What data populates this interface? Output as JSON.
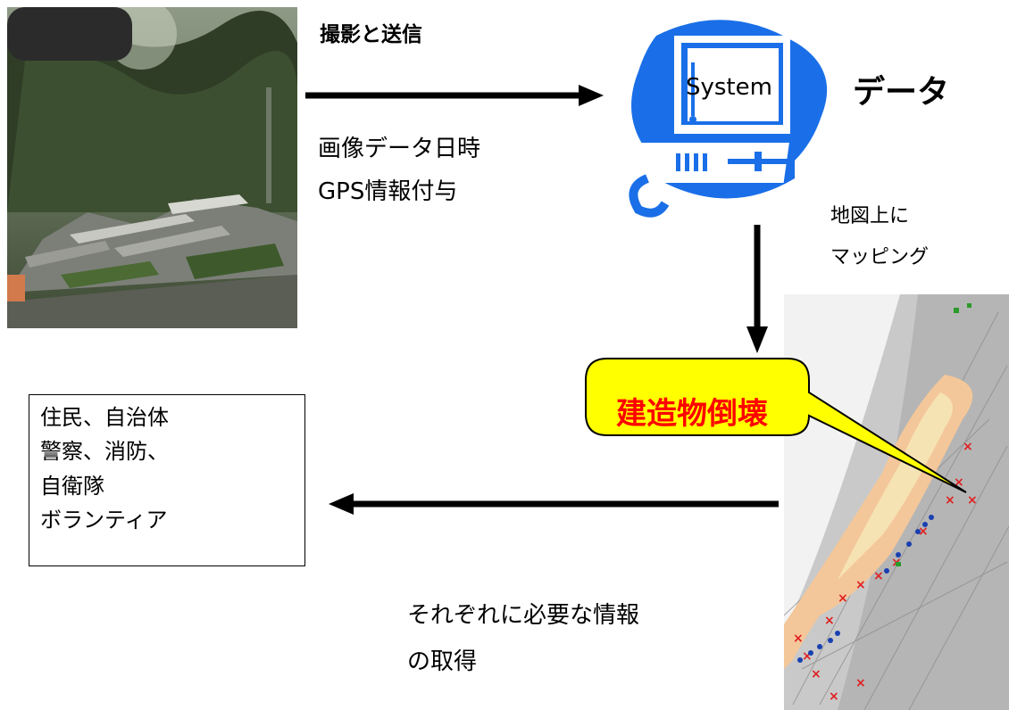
{
  "labels": {
    "capture_send": "撮影と送信",
    "image_meta_line1": "画像データ日時",
    "image_meta_line2": "GPS情報付与",
    "system": "System",
    "data": "データ",
    "map_line1": "地図上に",
    "map_line2": "マッピング",
    "callout": "建造物倒壊",
    "stakeholders": [
      "住民、自治体",
      "警察、消防、",
      "自衛隊",
      "ボランティア"
    ],
    "bottom_line1": "それぞれに必要な情報",
    "bottom_line2": "の取得"
  },
  "colors": {
    "computer_blue": "#1a6fe8",
    "callout_fill": "#ffff00",
    "callout_text": "#ff0000",
    "arrow": "#000000"
  },
  "icons": [
    "computer-icon",
    "photo-disaster-site",
    "map-image"
  ]
}
